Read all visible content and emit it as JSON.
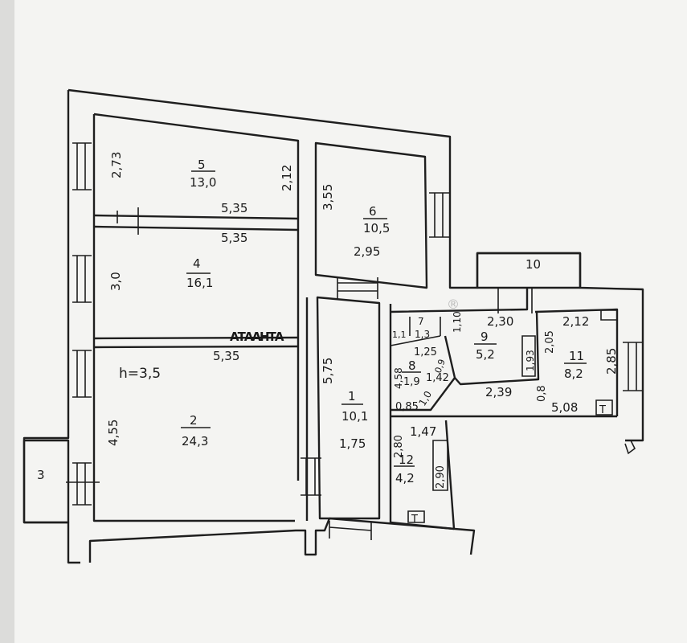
{
  "watermark": "АТААНТА",
  "watermark_reg": "®",
  "ceiling_height": "h=3,5",
  "rooms": [
    {
      "num": "5",
      "area": "13,0"
    },
    {
      "num": "4",
      "area": "16,1"
    },
    {
      "num": "2",
      "area": "24,3"
    },
    {
      "num": "6",
      "area": "10,5"
    },
    {
      "num": "1",
      "area": "10,1"
    },
    {
      "num": "9",
      "area": "5,2"
    },
    {
      "num": "8",
      "area": "1,9"
    },
    {
      "num": "11",
      "area": "8,2"
    },
    {
      "num": "12",
      "area": "4,2"
    },
    {
      "num": "7",
      "area": "1,3"
    }
  ],
  "labels": {
    "room10": "10",
    "room3": "3",
    "stair": "Т"
  },
  "dims": {
    "d_2_73": "2,73",
    "d_2_12a": "2,12",
    "d_5_35a": "5,35",
    "d_5_35b": "5,35",
    "d_3_0": "3,0",
    "d_5_35c": "5,35",
    "d_4_55": "4,55",
    "d_3_55": "3,55",
    "d_2_95": "2,95",
    "d_5_75": "5,75",
    "d_1_75": "1,75",
    "d_1_10": "1,10",
    "d_2_30": "2,30",
    "d_2_05": "2,05",
    "d_1_93": "1,93",
    "d_2_12b": "2,12",
    "d_2_85": "2,85",
    "d_1_25": "1,25",
    "d_4_58": "4,58",
    "d_1_42": "1,42",
    "d_0_9": "0,9",
    "d_1_0": "1,0",
    "d_2_39": "2,39",
    "d_0_8": "0,8",
    "d_5_08": "5,08",
    "d_0_85": "0,85",
    "d_1_47": "1,47",
    "d_2_80": "2,80",
    "d_2_90": "2,90",
    "d_1_1": "1,1"
  }
}
